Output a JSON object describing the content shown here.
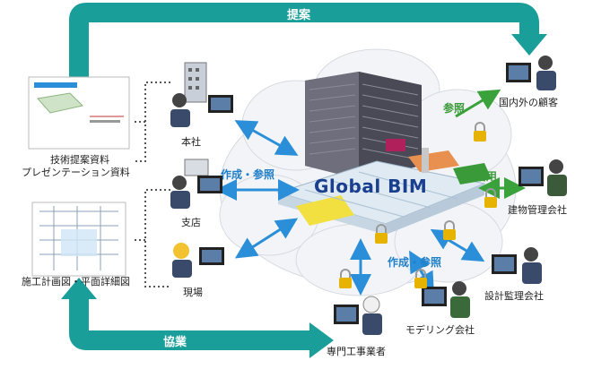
{
  "banners": {
    "top": "提案",
    "bottom": "協業"
  },
  "center_title": "Global BIM",
  "nodes": {
    "honsha": "本社",
    "shiten": "支店",
    "genba": "現場",
    "kokyaku": "国内外の顧客",
    "tatemono": "建物管理会社",
    "sekkei": "設計監理会社",
    "modeling": "モデリング会社",
    "senmon": "専門工事業者"
  },
  "documents": {
    "top_line1": "技術提案資料",
    "top_line2": "プレゼンテーション資料",
    "bottom": "施工計画図・平面詳細図"
  },
  "arrow_labels": {
    "create_ref_left": "作成・参照",
    "create_ref_bottom": "作成・参照",
    "ref": "参照",
    "use": "活用"
  },
  "colors": {
    "teal": "#1a9e9a",
    "blue_arrow": "#2a8fd8",
    "green_arrow": "#3aa23a",
    "title": "#1a3f8f",
    "lock": "#e6b400"
  }
}
